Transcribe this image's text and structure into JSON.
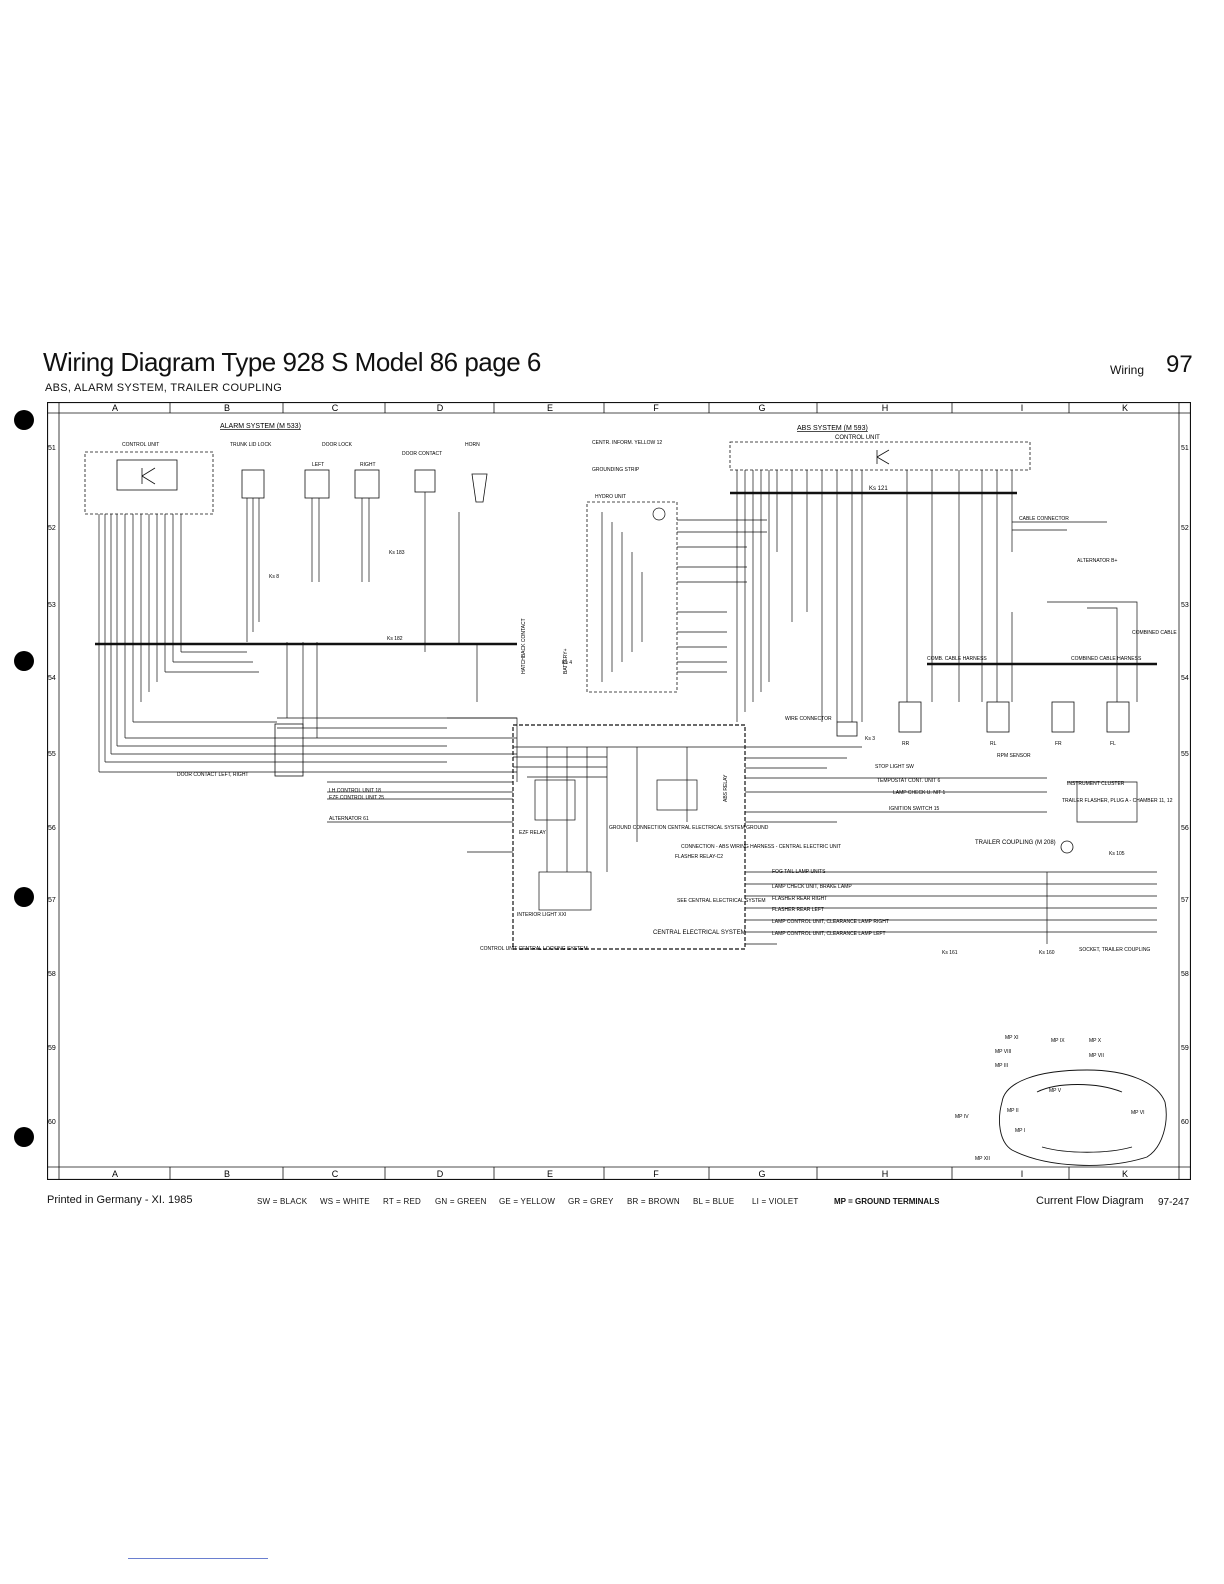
{
  "header": {
    "title": "Wiring Diagram Type 928 S Model 86 page 6",
    "subtitle": "ABS, ALARM SYSTEM, TRAILER COUPLING",
    "section": "Wiring",
    "page_number": "97"
  },
  "grid": {
    "columns": [
      "A",
      "B",
      "C",
      "D",
      "E",
      "F",
      "G",
      "H",
      "I",
      "K"
    ],
    "rows": [
      "51",
      "52",
      "53",
      "54",
      "55",
      "56",
      "57",
      "58",
      "59",
      "60"
    ]
  },
  "diagram": {
    "alarm_system": "ALARM SYSTEM (M 533)",
    "alarm_control_unit": "CONTROL UNIT",
    "trunk_lid_lock": "TRUNK LID LOCK",
    "door_lock": "DOOR LOCK",
    "left": "LEFT",
    "right": "RIGHT",
    "door_contact": "DOOR CONTACT",
    "horn": "HORN",
    "abs_system": "ABS SYSTEM (M 593)",
    "abs_control_unit": "CONTROL UNIT",
    "centr_inform": "CENTR. INFORM. YELLOW 12",
    "grounding_strip": "GROUNDING STRIP",
    "hydro_unit": "HYDRO UNIT",
    "hatchback_contact": "HATCHBACK CONTACT",
    "battery": "BATTERY+",
    "ks_182": "Ks 182",
    "ks_183": "Ks 183",
    "ks_121": "Ks 121",
    "ks_4": "Ks 4",
    "ks_3": "Ks 3",
    "ks_8": "Ks 8",
    "ks_160": "Ks 160",
    "ks_161": "Ks 161",
    "ks_105": "Ks 105",
    "cable_connector": "CABLE CONNECTOR",
    "alternator_b": "ALTERNATOR B+",
    "combined_cable": "COMBINED CABLE",
    "combined_cable_harness": "COMBINED CABLE HARNESS",
    "comb_cable_harness": "COMB. CABLE HARNESS",
    "wire_connector": "WIRE CONNECTOR",
    "rpm_sensor": "RPM SENSOR",
    "stop_light": "STOP LIGHT SW",
    "tempostat": "TEMPOSTAT CONT. UNIT 6",
    "lamp_check": "LAMP CHECK U. NIT 1",
    "ignition": "IGNITION SWITCH 15",
    "instrument_cluster": "INSTRUMENT CLUSTER",
    "trailer_flasher": "TRAILER FLASHER, PLUG A - CHAMBER 11, 12",
    "trailer_coupling": "TRAILER COUPLING (M 208)",
    "door_contact_lr": "DOOR CONTACT LEFT, RIGHT",
    "lh_control_unit": "LH CONTROL UNIT 18",
    "ezf_control_unit": "EZF CONTROL UNIT 25",
    "alternator_61": "ALTERNATOR 61",
    "ezf_relay": "EZF RELAY",
    "abs_relay": "ABS RELAY",
    "ground_connection": "GROUND CONNECTION CENTRAL ELECTRICAL SYSTEM GROUND",
    "connection_abs": "CONNECTION - ABS WIRING HARNESS - CENTRAL ELECTRIC UNIT",
    "flasher_relay": "FLASHER RELAY-C2",
    "central_electrical_system": "CENTRAL ELECTRICAL SYSTEM",
    "see_central": "SEE CENTRAL ELECTRICAL SYSTEM",
    "interior_light": "INTERIOR LIGHT XXI",
    "control_unit_locking": "CONTROL UNIT CENTRAL LOCKING SYSTEM",
    "fog_tail": "FOG TAIL LAMP UNITS",
    "lamp_check_brake": "LAMP CHECK UNIT, BRAKE LAMP",
    "flasher_rear_right": "FLASHER REAR RIGHT",
    "flasher_rear_left": "FLASHER REAR LEFT",
    "clearance_right": "LAMP CONTROL UNIT, CLEARANCE LAMP RIGHT",
    "clearance_left": "LAMP CONTROL UNIT, CLEARANCE LAMP LEFT",
    "socket_trailer": "SOCKET, TRAILER COUPLING",
    "wheel_rr": "RR",
    "wheel_rl": "RL",
    "wheel_fr": "FR",
    "wheel_fl": "FL",
    "ground_points": [
      "MP I",
      "MP II",
      "MP III",
      "MP IV",
      "MP V",
      "MP VI",
      "MP VII",
      "MP VIII",
      "MP IX",
      "MP X",
      "MP XI",
      "MP XII"
    ]
  },
  "footer": {
    "printed": "Printed in Germany - XI. 1985",
    "colors": [
      "SW = BLACK",
      "WS = WHITE",
      "RT = RED",
      "GN = GREEN",
      "GE = YELLOW",
      "GR = GREY",
      "BR = BROWN",
      "BL = BLUE",
      "LI = VIOLET"
    ],
    "ground_legend": "MP = GROUND TERMINALS",
    "doc_type": "Current Flow Diagram",
    "doc_code": "97-247"
  }
}
